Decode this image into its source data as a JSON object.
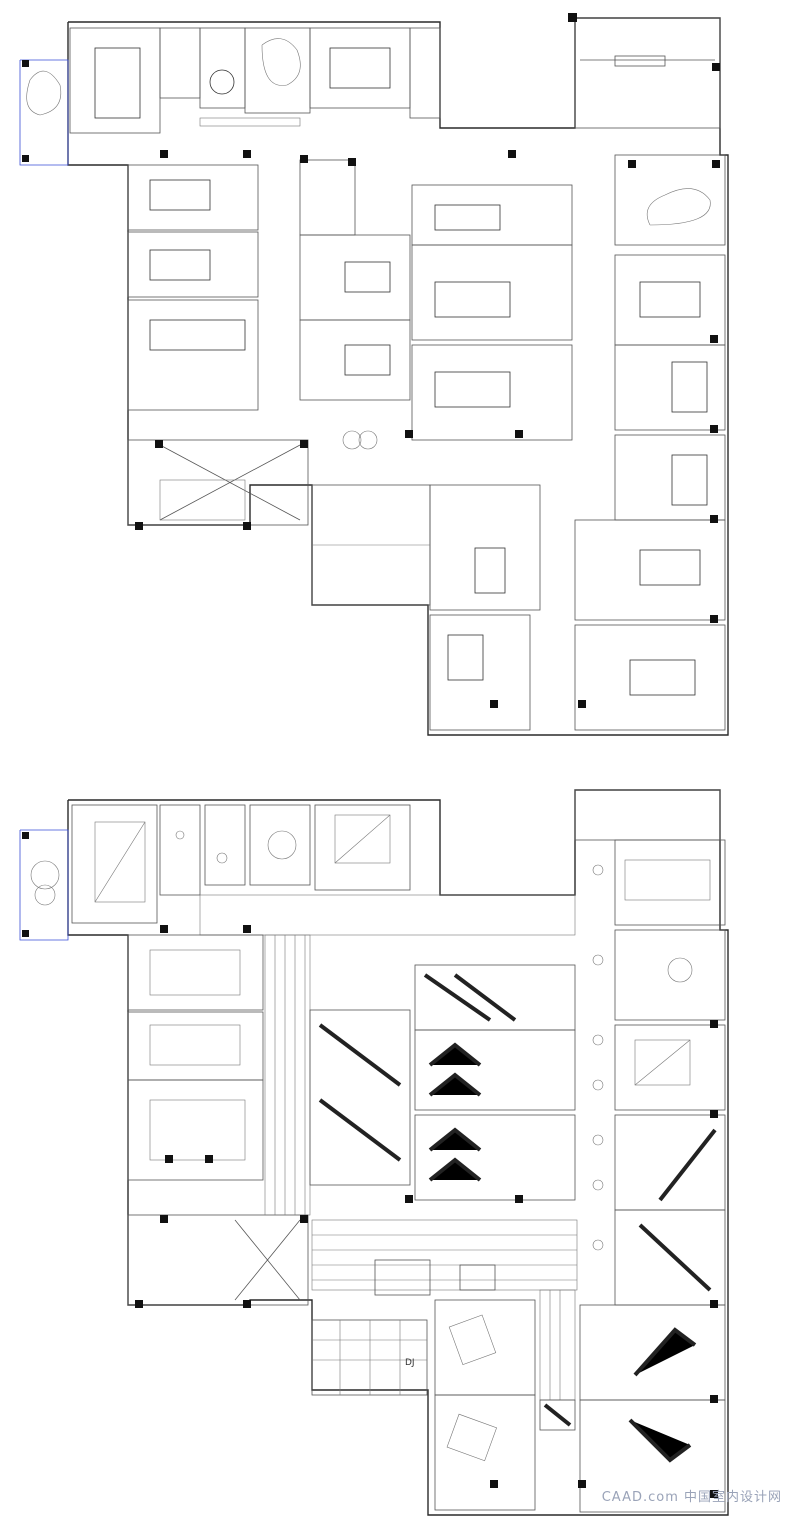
{
  "drawing": {
    "upper_plan_name": "floor-plan-furniture-layout",
    "lower_plan_name": "reflected-ceiling-plan",
    "annotation_label": "DJ",
    "watermark": "CAAD.com 中国室内设计网"
  },
  "colors": {
    "wall": "#2a2a2a",
    "accent_line": "#3a4fd6",
    "column": "#111111",
    "background": "#ffffff"
  }
}
